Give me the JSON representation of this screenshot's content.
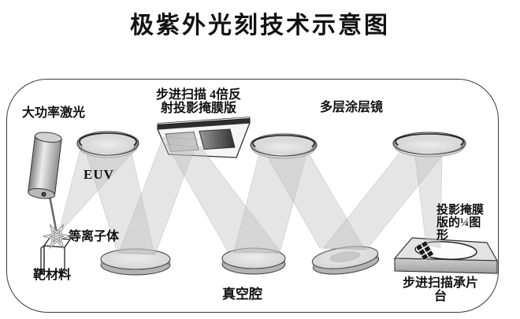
{
  "title": "极紫外光刻技术示意图",
  "diagram": {
    "labels": {
      "laser": "大功率激光",
      "euv": "EUV",
      "plasma": "等离子体",
      "target": "靶材料",
      "mask_line1": "步进扫描 4倍反",
      "mask_line2": "射投影掩膜版",
      "mirror": "多层涂层镜",
      "vacuum": "真空腔",
      "pattern_line1": "投影掩膜",
      "pattern_line2": "版的¼图",
      "pattern_line3": "形",
      "stage_line1": "步进扫描承片",
      "stage_line2": "台"
    },
    "icons": [
      "laser-cylinder-icon",
      "laser-beam-icon",
      "plasma-starburst-icon",
      "target-cube-icon",
      "collector-mirror-icon",
      "relay-mirror-icon",
      "reflective-mask-icon",
      "coated-mirror-icon",
      "wafer-stage-icon",
      "wafer-icon",
      "chip-pattern-icon",
      "euv-beam-icon"
    ],
    "colors": {
      "background": "#ffffff",
      "outline": "#333333",
      "beam": "#bdbdbd",
      "mirror_face": "#e6e6e6",
      "dark_pattern": "#2e2e2e",
      "text": "#111111"
    }
  }
}
